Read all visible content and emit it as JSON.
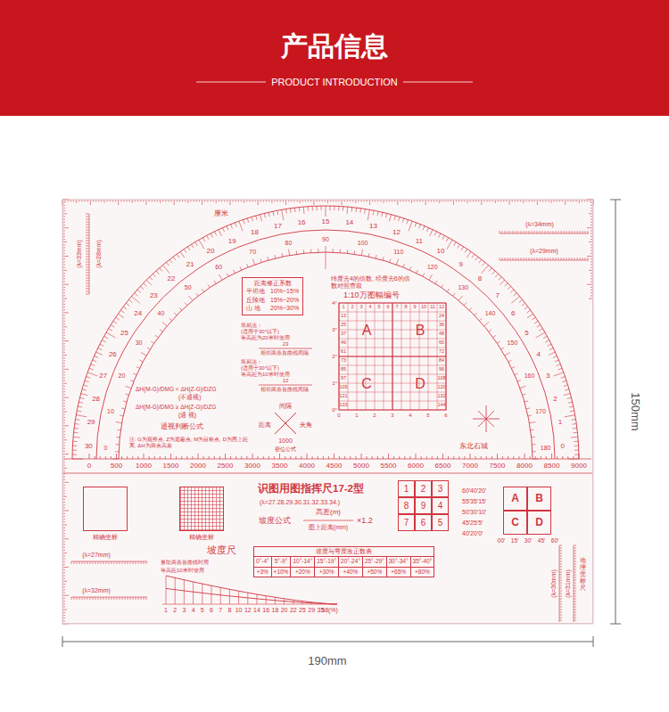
{
  "diagram": {
    "title": "产品信息",
    "nodes": [
      {
        "text": [
          "识图用图指挥尺17-2型",
          "(λ=27.28.29.30.31.32.33.34.)"
        ]
      },
      {
        "text": [
          "距离修正系数",
          "平坦地",
          "10%~15%",
          "丘陵地",
          "15%~20%",
          "山 地",
          "20%~30%"
        ],
        "in": 0
      },
      {
        "text": [
          "纬度去4的倍数, 经度去6的倍数对照查取",
          "1:10万图幅编号",
          "A",
          "B",
          "C",
          "D"
        ],
        "in": 0
      },
      {
        "text": [
          "1",
          "2",
          "3",
          "8",
          "9",
          "4",
          "7",
          "6",
          "5"
        ],
        "in": 0
      },
      {
        "text": [
          "A",
          "B",
          "C",
          "D"
        ],
        "in": 0
      },
      {
        "text": [
          "坡度与弯度改正数表",
          "0°-4°",
          "5°-9°",
          "10°-14°",
          "15°-19°",
          "20°-24°",
          "25°-29°",
          "30°-34°",
          "35°-40°",
          "+3%",
          "+10%",
          "+20%",
          "+30%",
          "+40%",
          "+50%",
          "+65%",
          "+80%"
        ],
        "in": 0
      },
      {
        "text": [
          "精确坐标"
        ],
        "in": 0
      },
      {
        "text": [
          "精确坐标"
        ],
        "in": 0
      }
    ],
    "labels": [
      "PRODUCT INTRODUCTION",
      "150mm",
      "190mm",
      "厘米",
      "(λ=33mm)",
      "(λ=28mm)",
      "(λ=34mm)",
      "(λ=29mm)",
      "(λ=27mm)",
      "(λ=32mm)",
      "(λ=30mm)",
      "(λ=31mm)",
      "0",
      "1",
      "2",
      "3",
      "4",
      "5",
      "6",
      "7",
      "8",
      "9",
      "10",
      "11",
      "12",
      "13",
      "14",
      "15",
      "16",
      "17",
      "18",
      "19",
      "20",
      "21",
      "22",
      "23",
      "24",
      "25",
      "26",
      "27",
      "28",
      "29",
      "30",
      "0",
      "10",
      "20",
      "30",
      "40",
      "50",
      "60",
      "70",
      "80",
      "90",
      "100",
      "110",
      "120",
      "130",
      "140",
      "150",
      "160",
      "170",
      "180",
      "0",
      "500",
      "1000",
      "1500",
      "2000",
      "2500",
      "3000",
      "3500",
      "4000",
      "4500",
      "5000",
      "5500",
      "6000",
      "6500",
      "7000",
      "7500",
      "8000",
      "8500",
      "9000",
      "简易法：",
      "(适用于30°以下)",
      "等高距为20米时使用",
      "23",
      "相邻两条首曲线间隔",
      "简易法：",
      "(适用于30°以下)",
      "等高距为10米时使用",
      "12",
      "相邻两条首曲线间隔",
      "ΔH(M-G)/DMG < ΔH(Z-G)/DZG",
      "(不通视)",
      "ΔH(M-G)/DMG ≥ ΔH(Z-G)/DZG",
      "(通 视)",
      "通视判断公式",
      "注: G为观察点, Z为遮蔽点, M为目标点, D为图上距离, ΔH为两点高差",
      "间隔",
      "距离",
      "夹角",
      "1000",
      "密位公式",
      "东北石城",
      "4°",
      "3°",
      "2°",
      "1°",
      "0°",
      "0",
      "1",
      "2",
      "3",
      "4",
      "5",
      "6",
      "1",
      "2",
      "3",
      "4",
      "5",
      "6",
      "7",
      "8",
      "9",
      "10",
      "11",
      "12",
      "13",
      "25",
      "37",
      "49",
      "61",
      "73",
      "85",
      "97",
      "109",
      "121",
      "133",
      "24",
      "36",
      "48",
      "60",
      "72",
      "84",
      "96",
      "108",
      "120",
      "132",
      "144",
      "坡度公式",
      "高差(m)",
      "图上距离(mm)",
      "×1.2",
      "坡度尺",
      "量取两条首曲线时用",
      "等高距10米时使用",
      "1",
      "2",
      "3",
      "4",
      "5",
      "6",
      "7",
      "8",
      "10",
      "12",
      "14",
      "16",
      "18",
      "20",
      "22",
      "25",
      "29",
      "35",
      "58(%)",
      "60′40′20′",
      "55′35′15′",
      "50′30′10′",
      "45′25′5′",
      "40′20′0′",
      "00′",
      "15′",
      "30′",
      "45′",
      "60′",
      "地理坐标尺"
    ]
  }
}
